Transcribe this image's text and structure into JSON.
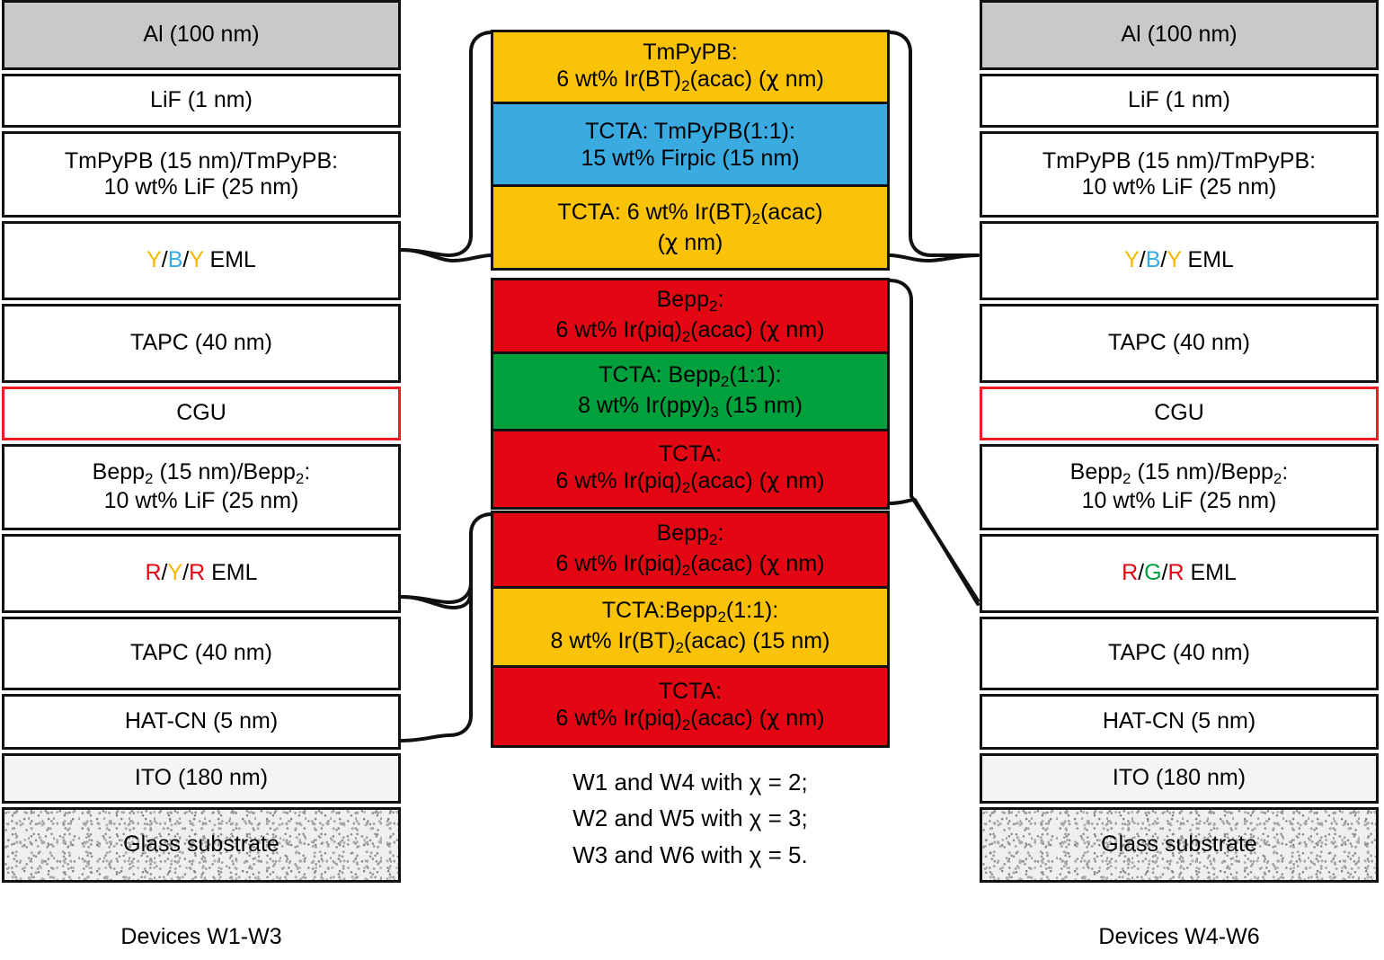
{
  "figure": {
    "type": "oled-device-structure-diagram",
    "colors": {
      "yellow": "#FBC308",
      "blue": "#3AABE0",
      "red": "#E30613",
      "green": "#00A03C",
      "aluminum_gray": "#C9C9C9",
      "ito_gray": "#F4F4F4",
      "cgu_border_red": "#EE1C25",
      "outline": "#111111"
    }
  },
  "left_device": {
    "caption": "Devices W1-W3",
    "layers": [
      {
        "id": "al",
        "label": "Al (100 nm)"
      },
      {
        "id": "lif",
        "label": "LiF (1 nm)"
      },
      {
        "id": "etl1",
        "line1": "TmPyPB (15 nm)/TmPyPB:",
        "line2": "10 wt% LiF (25 nm)"
      },
      {
        "id": "eml-yby",
        "label": "Y/B/Y EML",
        "parts": [
          "Y",
          "/",
          "B",
          "/",
          "Y",
          " EML"
        ]
      },
      {
        "id": "tapc1",
        "label": "TAPC (40 nm)"
      },
      {
        "id": "cgu",
        "label": "CGU"
      },
      {
        "id": "etl2",
        "line1": "Bepp2 (15 nm)/Bepp2:",
        "line2": "10 wt% LiF (25 nm)"
      },
      {
        "id": "eml-ryr",
        "label": "R/Y/R EML",
        "parts": [
          "R",
          "/",
          "Y",
          "/",
          "R",
          " EML"
        ]
      },
      {
        "id": "tapc2",
        "label": "TAPC (40 nm)"
      },
      {
        "id": "hatcn",
        "label": "HAT-CN (5 nm)"
      },
      {
        "id": "ito",
        "label": "ITO (180 nm)"
      },
      {
        "id": "glass",
        "label": "Glass substrate"
      }
    ]
  },
  "right_device": {
    "caption": "Devices W4-W6",
    "layers": [
      {
        "id": "al",
        "label": "Al (100 nm)"
      },
      {
        "id": "lif",
        "label": "LiF (1 nm)"
      },
      {
        "id": "etl1",
        "line1": "TmPyPB (15 nm)/TmPyPB:",
        "line2": "10 wt% LiF (25 nm)"
      },
      {
        "id": "eml-yby",
        "label": "Y/B/Y EML",
        "parts": [
          "Y",
          "/",
          "B",
          "/",
          "Y",
          " EML"
        ]
      },
      {
        "id": "tapc1",
        "label": "TAPC (40 nm)"
      },
      {
        "id": "cgu",
        "label": "CGU"
      },
      {
        "id": "etl2",
        "line1": "Bepp2 (15 nm)/Bepp2:",
        "line2": "10 wt% LiF (25 nm)"
      },
      {
        "id": "eml-rgr",
        "label": "R/G/R EML",
        "parts": [
          "R",
          "/",
          "G",
          "/",
          "R",
          " EML"
        ]
      },
      {
        "id": "tapc2",
        "label": "TAPC (40 nm)"
      },
      {
        "id": "hatcn",
        "label": "HAT-CN (5 nm)"
      },
      {
        "id": "ito",
        "label": "ITO (180 nm)"
      },
      {
        "id": "glass",
        "label": "Glass substrate"
      }
    ]
  },
  "detail_yby": {
    "title": "Y/B/Y EML detail",
    "rows": [
      {
        "color": "yellow",
        "line1": "TmPyPB:",
        "line2": "6 wt% Ir(BT)2(acac) (χ nm)"
      },
      {
        "color": "blue",
        "line1": "TCTA: TmPyPB(1:1):",
        "line2": "15 wt% Firpic (15 nm)"
      },
      {
        "color": "yellow",
        "line1": "TCTA: 6 wt% Ir(BT)2(acac)",
        "line2": "(χ nm)"
      }
    ]
  },
  "detail_rgr": {
    "title": "R/G/R EML detail",
    "rows": [
      {
        "color": "red",
        "line1": "Bepp2:",
        "line2": "6 wt% Ir(piq)2(acac) (χ nm)"
      },
      {
        "color": "green",
        "line1": "TCTA: Bepp2(1:1):",
        "line2": "8 wt% Ir(ppy)3 (15 nm)"
      },
      {
        "color": "red",
        "line1": "TCTA:",
        "line2": "6 wt% Ir(piq)2(acac) (χ nm)"
      }
    ]
  },
  "detail_ryr": {
    "title": "R/Y/R EML detail",
    "rows": [
      {
        "color": "red",
        "line1": "Bepp2:",
        "line2": "6 wt% Ir(piq)2(acac) (χ nm)"
      },
      {
        "color": "yellow",
        "line1": "TCTA:Bepp2(1:1):",
        "line2": "8 wt% Ir(BT)2(acac) (15 nm)"
      },
      {
        "color": "red",
        "line1": "TCTA:",
        "line2": "6 wt% Ir(piq)2(acac) (χ nm)"
      }
    ]
  },
  "note": {
    "lines": [
      "W1 and W4 with χ = 2;",
      "W2 and W5 with χ = 3;",
      "W3 and W6 with χ = 5."
    ]
  }
}
